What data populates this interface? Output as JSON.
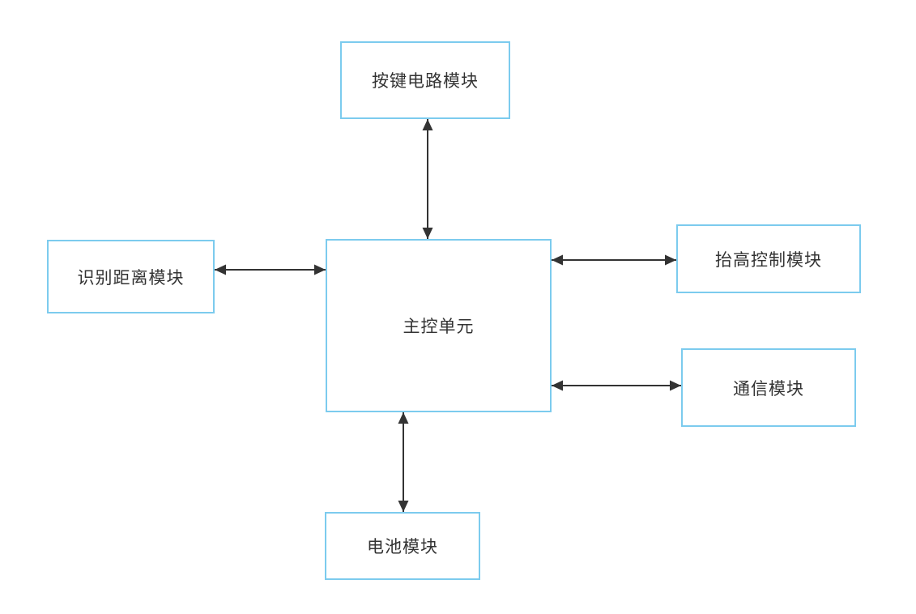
{
  "diagram": {
    "title": "",
    "nodes": [
      {
        "id": "keypad",
        "label": "按键电路模块"
      },
      {
        "id": "distance",
        "label": "识别距离模块"
      },
      {
        "id": "main",
        "label": "主控单元"
      },
      {
        "id": "lift",
        "label": "抬高控制模块"
      },
      {
        "id": "comm",
        "label": "通信模块"
      },
      {
        "id": "battery",
        "label": "电池模块"
      }
    ],
    "connections": [
      {
        "from": "main",
        "to": "keypad",
        "bidirectional": true
      },
      {
        "from": "main",
        "to": "distance",
        "bidirectional": true
      },
      {
        "from": "main",
        "to": "lift",
        "bidirectional": true
      },
      {
        "from": "main",
        "to": "comm",
        "bidirectional": true
      },
      {
        "from": "main",
        "to": "battery",
        "bidirectional": true
      }
    ]
  },
  "colors": {
    "background": "#ffffff",
    "box_border": "#7CCBEE",
    "box_fill": "#ffffff",
    "text": "#333333",
    "arrow": "#333333"
  }
}
